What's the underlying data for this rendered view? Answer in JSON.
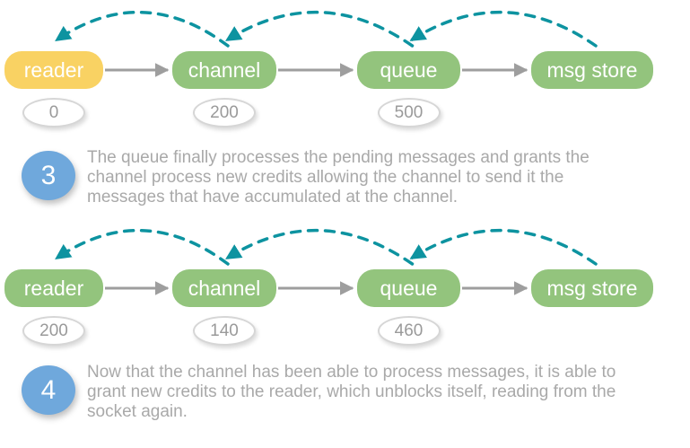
{
  "colors": {
    "node_green": "#93C47D",
    "reader_blocked_yellow": "#F9D263",
    "flow_arrow_gray": "#9E9E9E",
    "credit_arc_teal": "#0D93A0",
    "step_badge_blue": "#6FA8DC",
    "body_text_gray": "#A9A9A9",
    "credit_text_gray": "#9A9A9A",
    "node_label_white": "#FFFFFF"
  },
  "diagrams": [
    {
      "name": "state-after-step-3",
      "nodes": [
        {
          "id": "reader",
          "label": "reader",
          "fill": "#F9D263",
          "credit": "0"
        },
        {
          "id": "channel",
          "label": "channel",
          "fill": "#93C47D",
          "credit": "200"
        },
        {
          "id": "queue",
          "label": "queue",
          "fill": "#93C47D",
          "credit": "500"
        },
        {
          "id": "msg-store",
          "label": "msg store",
          "fill": "#93C47D",
          "credit": null
        }
      ],
      "flow_arrows": [
        {
          "from": "reader",
          "to": "channel"
        },
        {
          "from": "channel",
          "to": "queue"
        },
        {
          "from": "queue",
          "to": "msg-store"
        }
      ],
      "credit_arcs": [
        {
          "from": "channel",
          "to": "reader"
        },
        {
          "from": "queue",
          "to": "channel"
        },
        {
          "from": "msg-store",
          "to": "queue"
        }
      ]
    },
    {
      "name": "state-after-step-4",
      "nodes": [
        {
          "id": "reader",
          "label": "reader",
          "fill": "#93C47D",
          "credit": "200"
        },
        {
          "id": "channel",
          "label": "channel",
          "fill": "#93C47D",
          "credit": "140"
        },
        {
          "id": "queue",
          "label": "queue",
          "fill": "#93C47D",
          "credit": "460"
        },
        {
          "id": "msg-store",
          "label": "msg store",
          "fill": "#93C47D",
          "credit": null
        }
      ],
      "flow_arrows": [
        {
          "from": "reader",
          "to": "channel"
        },
        {
          "from": "channel",
          "to": "queue"
        },
        {
          "from": "queue",
          "to": "msg-store"
        }
      ],
      "credit_arcs": [
        {
          "from": "channel",
          "to": "reader"
        },
        {
          "from": "queue",
          "to": "channel"
        },
        {
          "from": "msg-store",
          "to": "queue"
        }
      ]
    }
  ],
  "steps": [
    {
      "number": "3",
      "text": "The queue finally processes the pending messages and grants the\nchannel process new credits allowing the channel to send it the\nmessages that have accumulated at the channel."
    },
    {
      "number": "4",
      "text": "Now that the channel has been able to process messages, it is able to\ngrant new credits to the reader, which unblocks itself, reading from the\nsocket again."
    }
  ]
}
